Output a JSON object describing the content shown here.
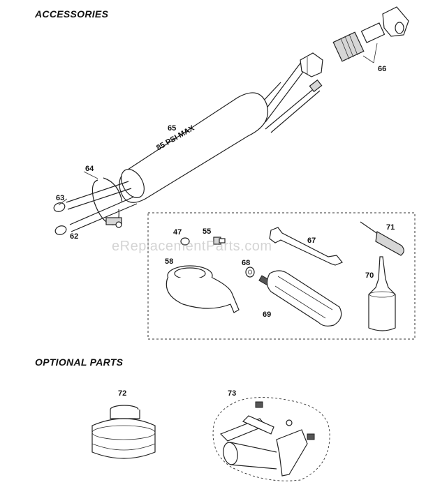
{
  "sections": {
    "accessories": "ACCESSORIES",
    "optional_parts": "OPTIONAL PARTS"
  },
  "hose_label": "85 PSI MAX",
  "watermark": "eReplacementParts.com",
  "callouts": {
    "p47": "47",
    "p55": "55",
    "p58": "58",
    "p62": "62",
    "p63": "63",
    "p64": "64",
    "p65": "65",
    "p66": "66",
    "p67": "67",
    "p68": "68",
    "p69": "69",
    "p70": "70",
    "p71": "71",
    "p72": "72",
    "p73": "73"
  }
}
